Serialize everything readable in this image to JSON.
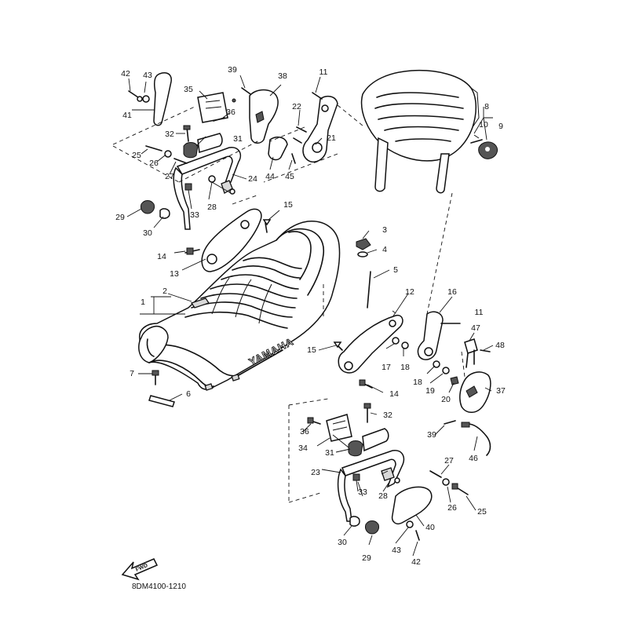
{
  "diagram": {
    "drawing_code": "8DM4100-1210",
    "brand_mark": "YAMAHA",
    "direction_arrow": "FWD",
    "callouts": [
      {
        "id": "c1",
        "label": "1"
      },
      {
        "id": "c2",
        "label": "2"
      },
      {
        "id": "c3",
        "label": "3"
      },
      {
        "id": "c4",
        "label": "4"
      },
      {
        "id": "c5",
        "label": "5"
      },
      {
        "id": "c6",
        "label": "6"
      },
      {
        "id": "c7",
        "label": "7"
      },
      {
        "id": "c8",
        "label": "8"
      },
      {
        "id": "c9",
        "label": "9"
      },
      {
        "id": "c10",
        "label": "10"
      },
      {
        "id": "c11a",
        "label": "11"
      },
      {
        "id": "c11b",
        "label": "11"
      },
      {
        "id": "c12",
        "label": "12"
      },
      {
        "id": "c13",
        "label": "13"
      },
      {
        "id": "c14a",
        "label": "14"
      },
      {
        "id": "c14b",
        "label": "14"
      },
      {
        "id": "c15a",
        "label": "15"
      },
      {
        "id": "c15b",
        "label": "15"
      },
      {
        "id": "c16",
        "label": "16"
      },
      {
        "id": "c17",
        "label": "17"
      },
      {
        "id": "c18a",
        "label": "18"
      },
      {
        "id": "c18b",
        "label": "18"
      },
      {
        "id": "c19",
        "label": "19"
      },
      {
        "id": "c20",
        "label": "20"
      },
      {
        "id": "c21",
        "label": "21"
      },
      {
        "id": "c22",
        "label": "22"
      },
      {
        "id": "c23",
        "label": "23"
      },
      {
        "id": "c24",
        "label": "24"
      },
      {
        "id": "c25a",
        "label": "25"
      },
      {
        "id": "c25b",
        "label": "25"
      },
      {
        "id": "c26a",
        "label": "26"
      },
      {
        "id": "c26b",
        "label": "26"
      },
      {
        "id": "c27a",
        "label": "27"
      },
      {
        "id": "c27b",
        "label": "27"
      },
      {
        "id": "c28a",
        "label": "28"
      },
      {
        "id": "c28b",
        "label": "28"
      },
      {
        "id": "c29a",
        "label": "29"
      },
      {
        "id": "c29b",
        "label": "29"
      },
      {
        "id": "c30a",
        "label": "30"
      },
      {
        "id": "c30b",
        "label": "30"
      },
      {
        "id": "c31a",
        "label": "31"
      },
      {
        "id": "c31b",
        "label": "31"
      },
      {
        "id": "c32a",
        "label": "32"
      },
      {
        "id": "c32b",
        "label": "32"
      },
      {
        "id": "c33a",
        "label": "33"
      },
      {
        "id": "c33b",
        "label": "33"
      },
      {
        "id": "c34",
        "label": "34"
      },
      {
        "id": "c35",
        "label": "35"
      },
      {
        "id": "c36a",
        "label": "36"
      },
      {
        "id": "c36b",
        "label": "36"
      },
      {
        "id": "c37",
        "label": "37"
      },
      {
        "id": "c38",
        "label": "38"
      },
      {
        "id": "c39a",
        "label": "39"
      },
      {
        "id": "c39b",
        "label": "39"
      },
      {
        "id": "c40",
        "label": "40"
      },
      {
        "id": "c41",
        "label": "41"
      },
      {
        "id": "c42a",
        "label": "42"
      },
      {
        "id": "c42b",
        "label": "42"
      },
      {
        "id": "c43a",
        "label": "43"
      },
      {
        "id": "c43b",
        "label": "43"
      },
      {
        "id": "c44",
        "label": "44"
      },
      {
        "id": "c45",
        "label": "45"
      },
      {
        "id": "c46",
        "label": "46"
      },
      {
        "id": "c47",
        "label": "47"
      },
      {
        "id": "c48",
        "label": "48"
      }
    ]
  }
}
